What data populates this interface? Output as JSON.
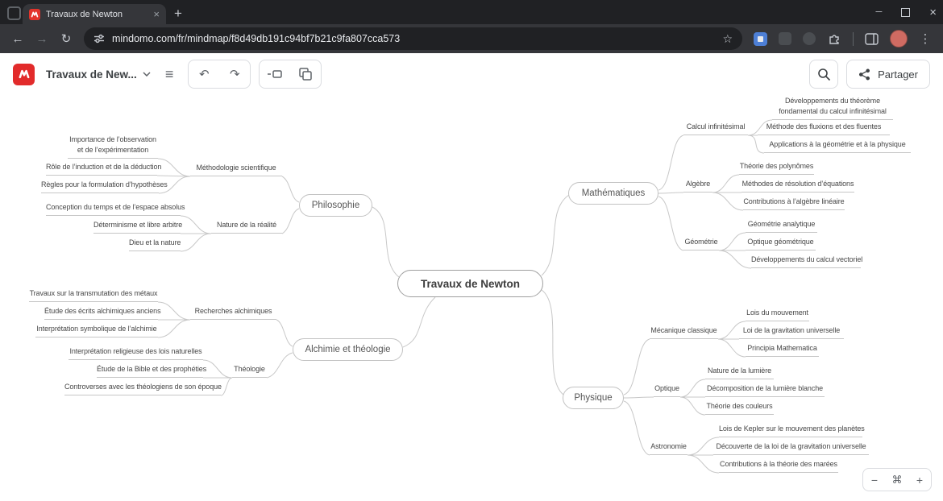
{
  "browser": {
    "tab_title": "Travaux de Newton",
    "url": "mindomo.com/fr/mindmap/f8d49db191c94bf7b21c9fa807cca573"
  },
  "app_toolbar": {
    "map_title": "Travaux de New...",
    "share_label": "Partager"
  },
  "icons": {
    "back": "←",
    "forward": "→",
    "reload": "↻",
    "star": "☆",
    "new_tab": "+",
    "tab_close": "×",
    "minimize": "─",
    "close": "×",
    "kebab": "⋮",
    "hamburger": "≡",
    "undo": "↶",
    "redo": "↷",
    "zoom_out": "−",
    "zoom_in": "+",
    "center": "⌘"
  },
  "mindmap": {
    "root": "Travaux de Newton",
    "topics": [
      {
        "label": "Philosophie",
        "subs": [
          {
            "label": "Méthodologie scientifique",
            "children": [
              "Importance de l’observation et de l’expérimentation",
              "Rôle de l’induction et de la déduction",
              "Règles pour la formulation d’hypothèses"
            ]
          },
          {
            "label": "Nature de la réalité",
            "children": [
              "Conception du temps et de l’espace absolus",
              "Déterminisme et libre arbitre",
              "Dieu et la nature"
            ]
          }
        ]
      },
      {
        "label": "Alchimie et théologie",
        "subs": [
          {
            "label": "Recherches alchimiques",
            "children": [
              "Travaux sur la transmutation des métaux",
              "Étude des écrits alchimiques anciens",
              "Interprétation symbolique de l’alchimie"
            ]
          },
          {
            "label": "Théologie",
            "children": [
              "Interprétation religieuse des lois naturelles",
              "Étude de la Bible et des prophéties",
              "Controverses avec les théologiens de son époque"
            ]
          }
        ]
      },
      {
        "label": "Mathématiques",
        "subs": [
          {
            "label": "Calcul infinitésimal",
            "children": [
              "Développements du théorème fondamental du calcul infinitésimal",
              "Méthode des fluxions et des fluentes",
              "Applications à la géométrie et à la physique"
            ]
          },
          {
            "label": "Algèbre",
            "children": [
              "Théorie des polynômes",
              "Méthodes de résolution d’équations",
              "Contributions à l’algèbre linéaire"
            ]
          },
          {
            "label": "Géométrie",
            "children": [
              "Géométrie analytique",
              "Optique géométrique",
              "Développements du calcul vectoriel"
            ]
          }
        ]
      },
      {
        "label": "Physique",
        "subs": [
          {
            "label": "Mécanique classique",
            "children": [
              "Lois du mouvement",
              "Loi de la gravitation universelle",
              "Principia Mathematica"
            ]
          },
          {
            "label": "Optique",
            "children": [
              "Nature de la lumière",
              "Décomposition de la lumière blanche",
              "Théorie des couleurs"
            ]
          },
          {
            "label": "Astronomie",
            "children": [
              "Lois de Kepler sur le mouvement des planètes",
              "Découverte de la loi de la gravitation universelle",
              "Contributions à la théorie des marées"
            ]
          }
        ]
      }
    ]
  }
}
